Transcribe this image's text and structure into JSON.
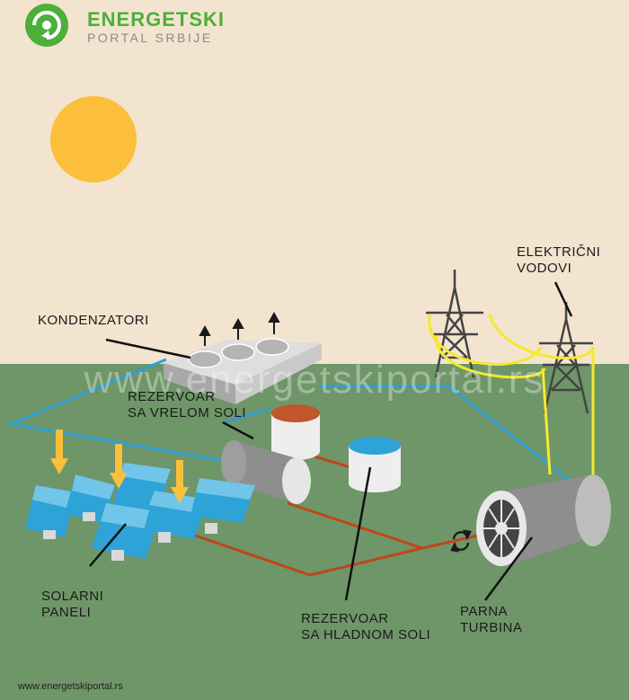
{
  "brand": {
    "line1": "ENERGETSKI",
    "line2": "PORTAL SRBIJE"
  },
  "watermark": "www.energetskiportal.rs",
  "footer_url": "www.energetskiportal.rs",
  "labels": {
    "kondenzatori": "KONDENZATORI",
    "hot_tank": "REZERVOAR\nSA VRELOM SOLI",
    "cold_tank": "REZERVOAR\nSA HLADNOM SOLI",
    "solar": "SOLARNI\nPANELI",
    "turbine": "PARNA\nTURBINA",
    "lines": "ELEKTRIČNI\nVODOVI"
  },
  "colors": {
    "sky": "#f3e4cf",
    "ground": "#6f9668",
    "sun": "#fbbf3c",
    "hot_salt": "#c0562b",
    "cold_salt": "#2ea3d8",
    "pipe_blue": "#2d9fd6",
    "pipe_red": "#c0451c",
    "power_line": "#f4e92b",
    "brand_green": "#4caf3a"
  },
  "icons": [
    "logo-icon",
    "sun-icon",
    "sync-arrows-icon"
  ]
}
